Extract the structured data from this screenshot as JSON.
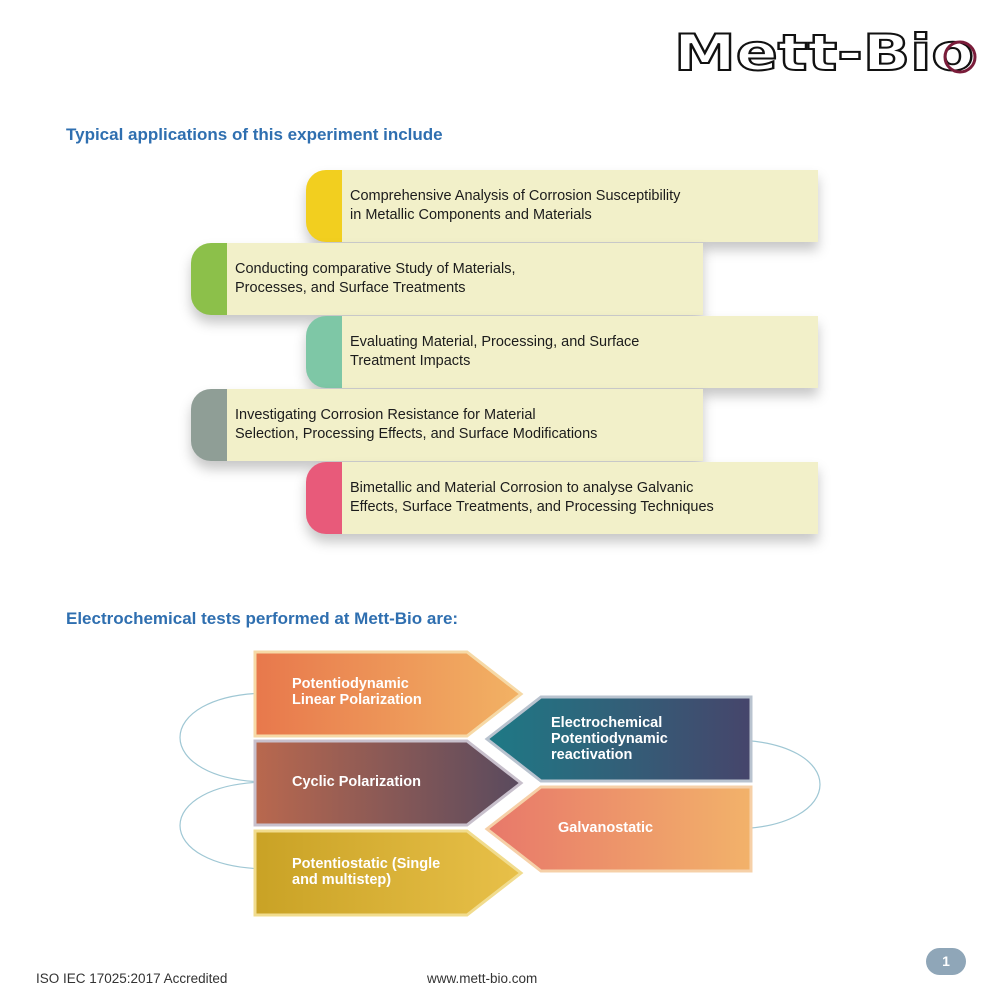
{
  "logo": {
    "text": "Mett-Bio"
  },
  "headings": {
    "applications": "Typical applications of this experiment include",
    "tests": "Electrochemical tests performed at Mett-Bio are:"
  },
  "applications": [
    {
      "lines": [
        "Comprehensive Analysis of Corrosion Susceptibility",
        "in Metallic Components and Materials"
      ],
      "accent": "#f2cf1f"
    },
    {
      "lines": [
        "Conducting comparative Study of Materials,",
        "Processes, and Surface Treatments"
      ],
      "accent": "#8cc04a"
    },
    {
      "lines": [
        "Evaluating Material, Processing, and Surface",
        "Treatment Impacts"
      ],
      "accent": "#7ec7a6"
    },
    {
      "lines": [
        "Investigating Corrosion Resistance for Material",
        "Selection, Processing Effects, and Surface Modifications"
      ],
      "accent": "#8f9e96"
    },
    {
      "lines": [
        "Bimetallic and Material Corrosion to analyse Galvanic",
        "Effects, Surface Treatments, and Processing Techniques"
      ],
      "accent": "#e85a7a"
    }
  ],
  "tests": [
    {
      "lines": [
        "Potentiodynamic",
        "Linear Polarization"
      ],
      "colors": [
        "#e8784c",
        "#f2b264"
      ]
    },
    {
      "lines": [
        "Electrochemical",
        "Potentiodynamic",
        "reactivation"
      ],
      "colors": [
        "#1e7a86",
        "#46456b"
      ]
    },
    {
      "lines": [
        "Cyclic Polarization"
      ],
      "colors": [
        "#b9684e",
        "#594a5e"
      ]
    },
    {
      "lines": [
        "Galvanostatic"
      ],
      "colors": [
        "#e8786a",
        "#f2b26a"
      ]
    },
    {
      "lines": [
        "Potentiostatic (Single",
        "and multistep)"
      ],
      "colors": [
        "#c9a225",
        "#e8c049"
      ]
    }
  ],
  "footer": {
    "accreditation": "ISO IEC 17025:2017 Accredited",
    "website": "www.mett-bio.com",
    "page_number": "1"
  }
}
